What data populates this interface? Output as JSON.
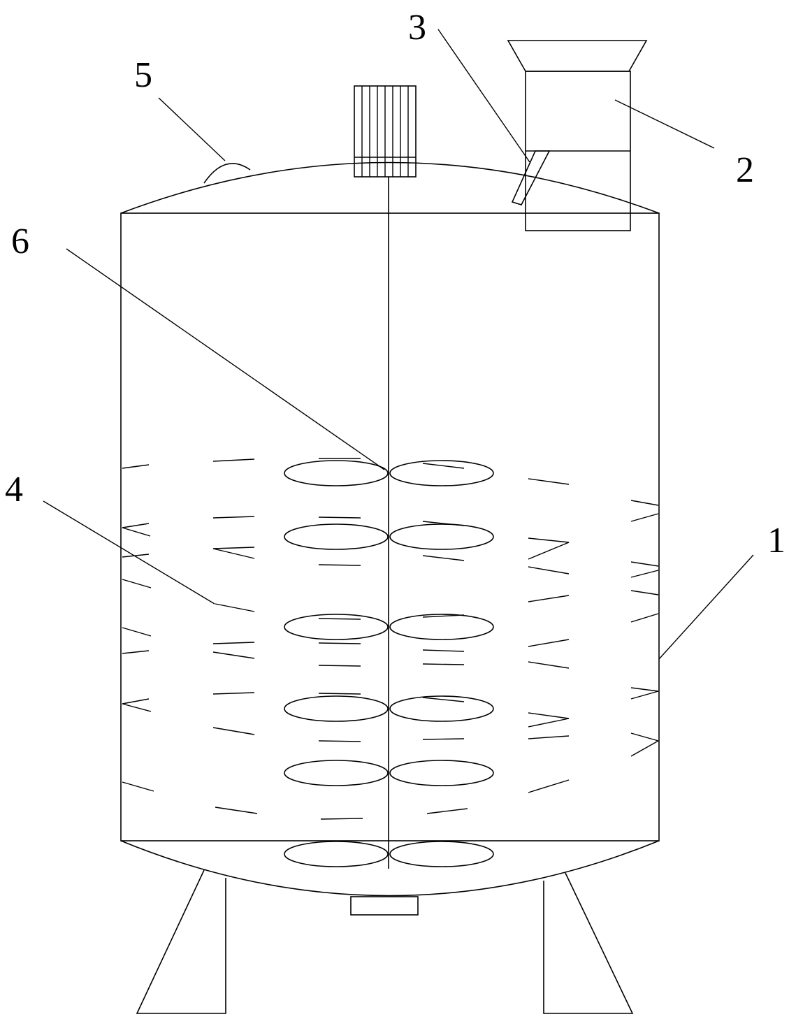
{
  "labels": {
    "tank": "1",
    "hopper": "2",
    "chute": "3",
    "baffle": "4",
    "vent": "5",
    "impeller": "6"
  }
}
